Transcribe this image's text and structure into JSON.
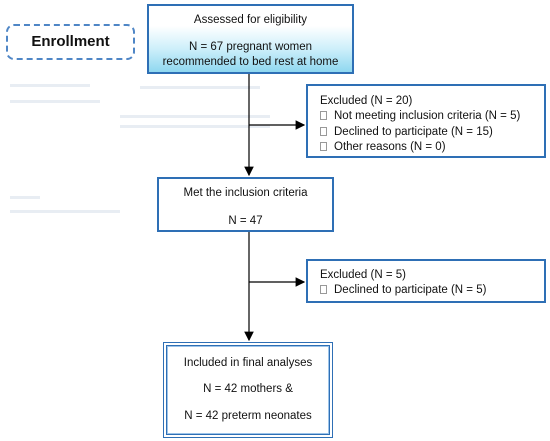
{
  "enrollment": {
    "label": "Enrollment"
  },
  "assessed": {
    "title": "Assessed for eligibility",
    "line2": "N = 67 pregnant women",
    "line3": "recommended to bed rest at home"
  },
  "excluded_1": {
    "title": "Excluded (N = 20)",
    "items": [
      "Not meeting inclusion criteria (N = 5)",
      "Declined to participate (N = 15)",
      "Other reasons (N = 0)"
    ]
  },
  "met": {
    "title": "Met the inclusion criteria",
    "count": "N = 47"
  },
  "excluded_2": {
    "title": "Excluded (N = 5)",
    "items": [
      "Declined to participate (N = 5)"
    ]
  },
  "final": {
    "title": "Included in final analyses",
    "line2": "N = 42 mothers &",
    "line3": "N = 42 preterm neonates"
  },
  "colors": {
    "box_border": "#2e6fb5",
    "assessed_gradient": "#8fd8f0",
    "arrow": "#000000"
  }
}
